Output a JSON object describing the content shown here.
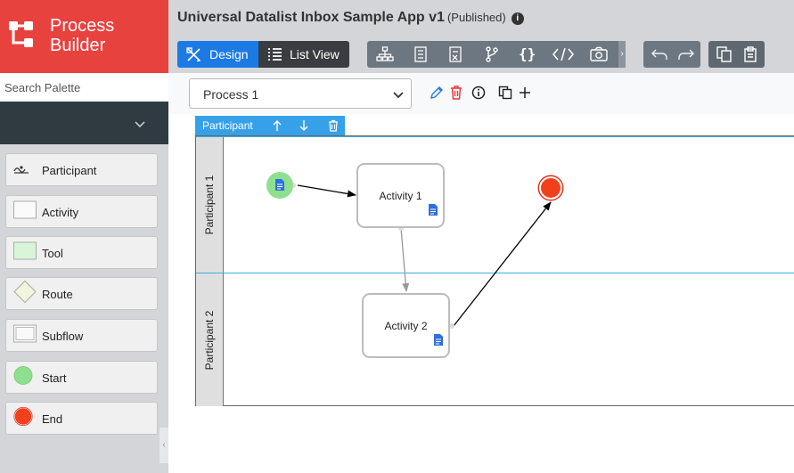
{
  "brand": {
    "line1": "Process",
    "line2": "Builder"
  },
  "palette": {
    "search_placeholder": "Search Palette",
    "items": [
      {
        "label": "Participant",
        "icon": "swimlane-icon"
      },
      {
        "label": "Activity",
        "icon": "activity-box-icon"
      },
      {
        "label": "Tool",
        "icon": "tool-box-icon"
      },
      {
        "label": "Route",
        "icon": "route-diamond-icon"
      },
      {
        "label": "Subflow",
        "icon": "subflow-box-icon"
      },
      {
        "label": "Start",
        "icon": "start-circle-icon"
      },
      {
        "label": "End",
        "icon": "end-circle-icon"
      }
    ]
  },
  "header": {
    "title": "Universal Datalist Inbox Sample App v1",
    "status": "(Published)",
    "design_label": "Design",
    "list_view_label": "List View",
    "tools": [
      "hierarchy-icon",
      "form-icon",
      "mapping-icon",
      "branch-icon",
      "json-icon",
      "xml-code-icon",
      "screenshot-icon"
    ],
    "undo_redo": [
      "undo-icon",
      "redo-icon"
    ],
    "clipboard": [
      "copy-icon",
      "paste-icon"
    ]
  },
  "process_bar": {
    "selected_process": "Process 1",
    "actions": [
      "edit-icon",
      "delete-icon",
      "info-icon",
      "duplicate-icon",
      "add-icon"
    ]
  },
  "diagram": {
    "participant_toolbar_label": "Participant",
    "lanes": [
      {
        "label": "Participant 1"
      },
      {
        "label": "Participant 2"
      }
    ],
    "activities": [
      {
        "label": "Activity 1"
      },
      {
        "label": "Activity 2"
      }
    ]
  },
  "colors": {
    "brand": "#e8423f",
    "design_active": "#1c7ae5",
    "start": "#8ee08e",
    "end": "#f2401c",
    "lane_border": "#3ab0e0"
  }
}
